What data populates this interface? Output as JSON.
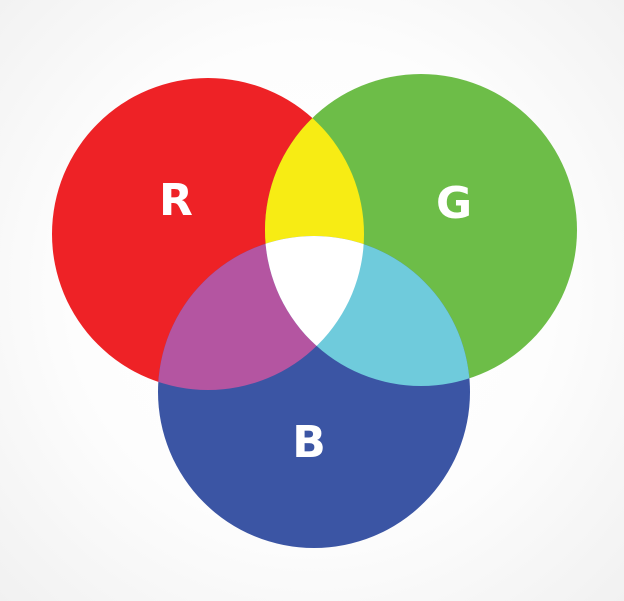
{
  "diagram": {
    "type": "rgb-additive-color-venn",
    "circles": [
      {
        "id": "red",
        "label": "R",
        "color": "#ee2226"
      },
      {
        "id": "green",
        "label": "G",
        "color": "#6dbd48"
      },
      {
        "id": "blue",
        "label": "B",
        "color": "#3b55a4"
      }
    ],
    "overlaps": {
      "red_green": "#f7ec14",
      "red_blue": "#b455a1",
      "green_blue": "#6fcbdc",
      "all": "#ffffff"
    }
  }
}
